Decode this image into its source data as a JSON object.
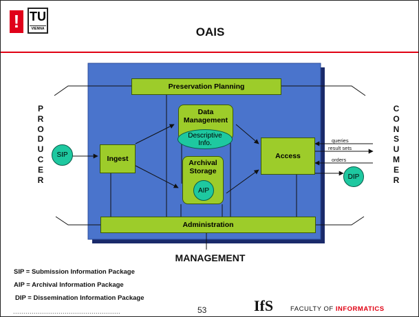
{
  "header": {
    "logo_excl": "!",
    "logo_tu": "TU",
    "logo_vienna": "VIENNA",
    "title": "OAIS"
  },
  "diagram": {
    "producer_label": [
      "P",
      "R",
      "O",
      "D",
      "U",
      "C",
      "E",
      "R"
    ],
    "consumer_label": [
      "C",
      "O",
      "N",
      "S",
      "U",
      "M",
      "E",
      "R"
    ],
    "boxes": {
      "preservation_planning": "Preservation Planning",
      "data_management": "Data Management",
      "ingest": "Ingest",
      "archival_storage": "Archival Storage",
      "access": "Access",
      "administration": "Administration"
    },
    "ovals": {
      "sip": "SIP",
      "descriptive_info": "Descriptive Info.",
      "aip": "AIP",
      "dip": "DIP"
    },
    "flows": {
      "queries": "queries",
      "result_sets": "result sets",
      "orders": "orders"
    },
    "management_label": "MANAGEMENT"
  },
  "legend": [
    {
      "abbr": "SIP",
      "text": "SIP  = Submission Information Package"
    },
    {
      "abbr": "AIP",
      "text": "AIP =  Archival Information Package"
    },
    {
      "abbr": "DIP",
      "text": "DIP =  Dissemination Information Package"
    }
  ],
  "footer": {
    "dots": "....................................................",
    "page_number": "53",
    "ifs_logo": "IfS",
    "faculty_prefix": "FACULTY OF ",
    "faculty_accent": "INFORMATICS"
  },
  "colors": {
    "box_fill": "#9dcc2a",
    "panel_fill": "#4a74cc",
    "oval_fill": "#1ec8a0",
    "accent_red": "#e00012"
  }
}
